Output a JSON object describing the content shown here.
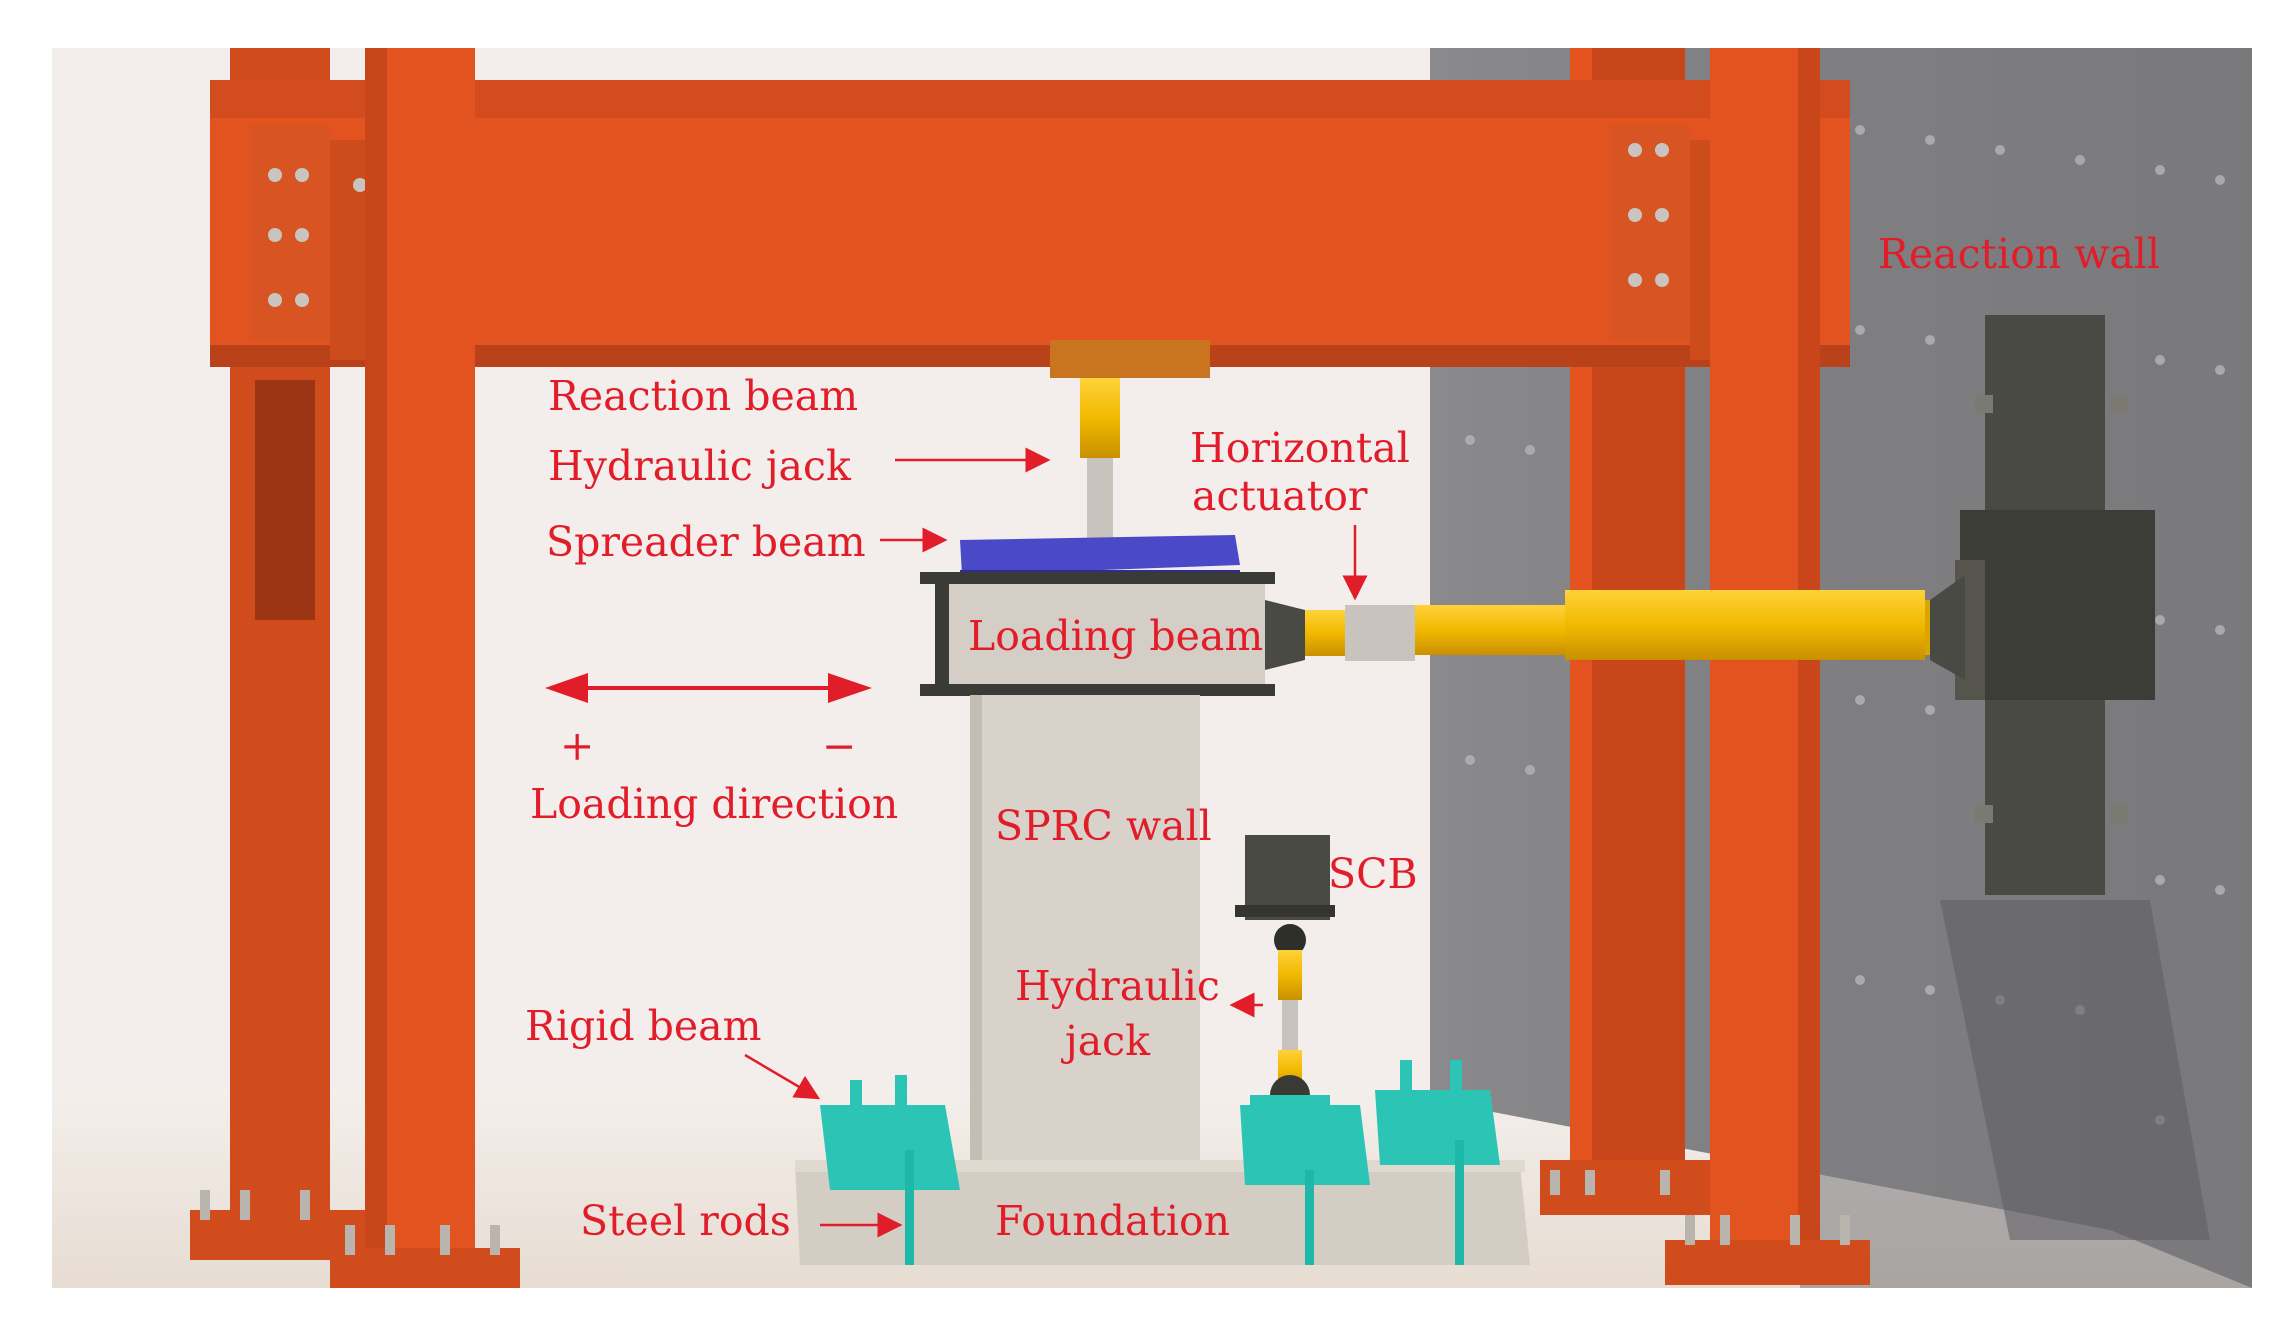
{
  "colors": {
    "label": "#e11d2a",
    "steel_frame": "#e2531f",
    "steel_frame_dark": "#b8401a",
    "wall_panel": "#7d7d7f",
    "concrete": "#d8d2ca",
    "actuator": "#f2c01a",
    "spreader_beam": "#4a4ac8",
    "rigid_beam": "#2cc4b4",
    "dark_steel": "#4a4a44"
  },
  "labels": {
    "reaction_wall": "Reaction wall",
    "reaction_beam": "Reaction beam",
    "hydraulic_jack_top": "Hydraulic jack",
    "spreader_beam": "Spreader beam",
    "horizontal_actuator_line1": "Horizontal",
    "horizontal_actuator_line2": "actuator",
    "loading_beam": "Loading beam",
    "plus_sign": "+",
    "minus_sign": "−",
    "loading_direction": "Loading direction",
    "sprc_wall": "SPRC wall",
    "scb": "SCB",
    "hydraulic_jack_bottom_line1": "Hydraulic",
    "hydraulic_jack_bottom_line2": "jack",
    "rigid_beam": "Rigid beam",
    "steel_rods": "Steel rods",
    "foundation": "Foundation"
  }
}
